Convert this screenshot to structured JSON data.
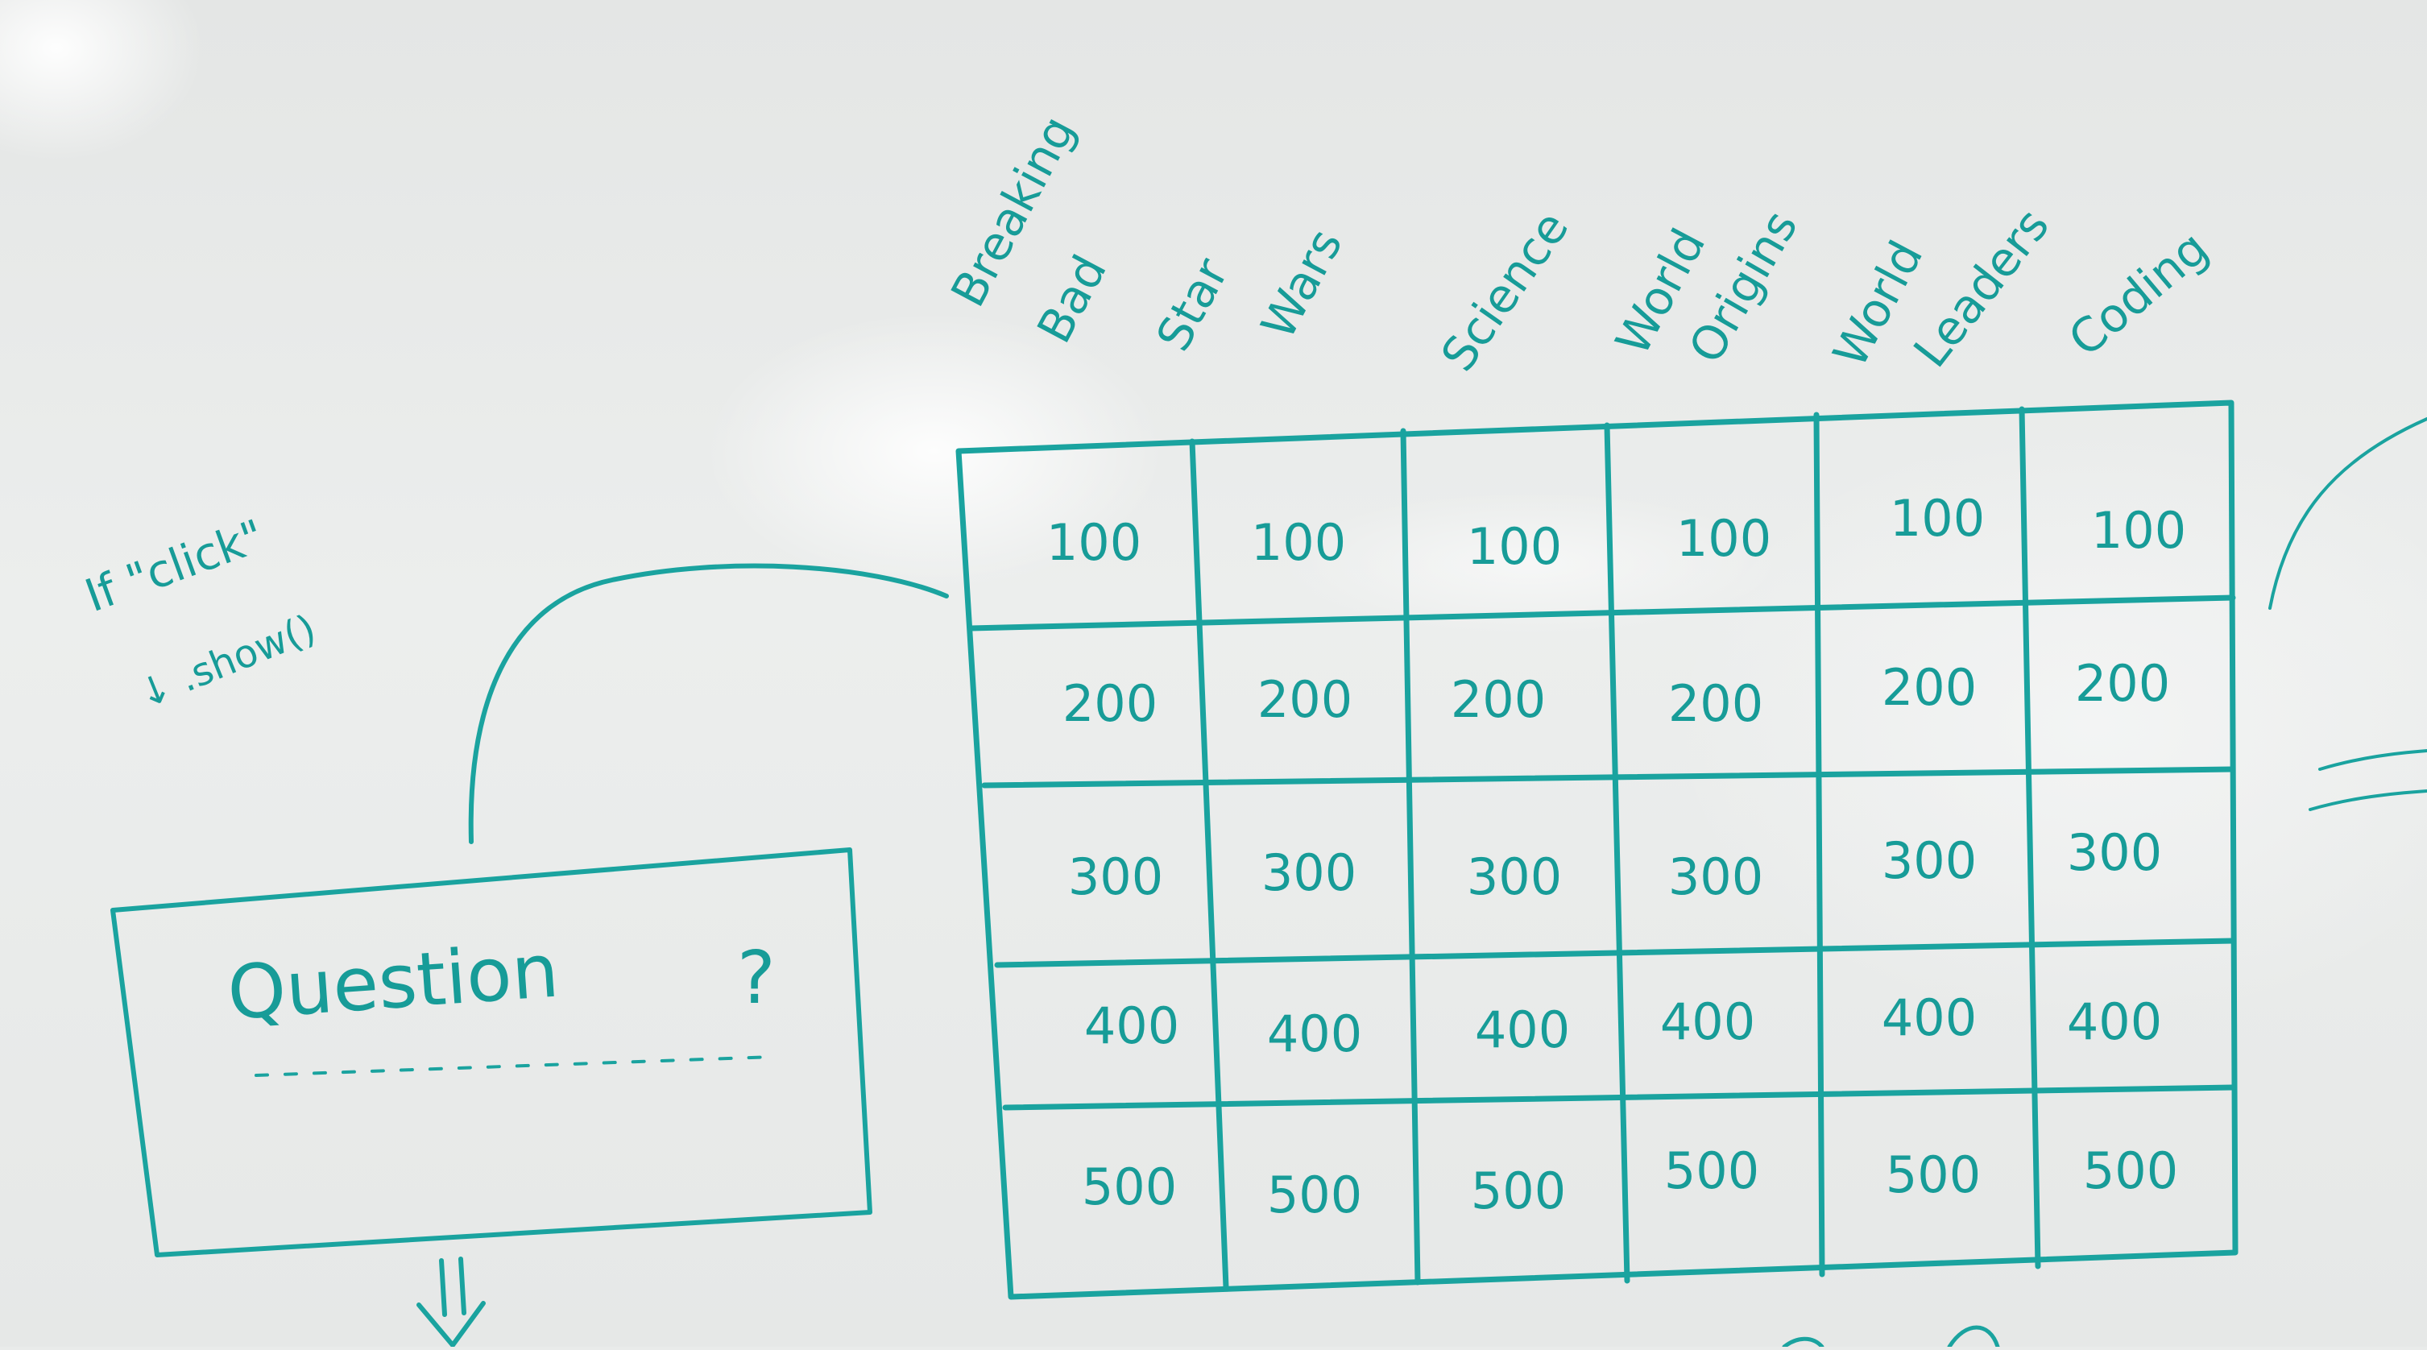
{
  "annotation": {
    "line1": "If \"click\"",
    "line2": "↓ .show()"
  },
  "question_box": {
    "label": "Question",
    "mark": "?"
  },
  "categories": [
    "Breaking",
    "Bad",
    "Star",
    "Wars",
    "Science",
    "World",
    "Origins",
    "World",
    "Leaders",
    "Coding"
  ],
  "board": {
    "columns": [
      {
        "header": [
          "Breaking",
          "Bad"
        ],
        "values": [
          "100",
          "200",
          "300",
          "400",
          "500"
        ]
      },
      {
        "header": [
          "Star",
          "Wars"
        ],
        "values": [
          "100",
          "200",
          "300",
          "400",
          "500"
        ]
      },
      {
        "header": [
          "Science"
        ],
        "values": [
          "100",
          "200",
          "300",
          "400",
          "500"
        ]
      },
      {
        "header": [
          "World",
          "Origins"
        ],
        "values": [
          "100",
          "200",
          "300",
          "400",
          "500"
        ]
      },
      {
        "header": [
          "World",
          "Leaders"
        ],
        "values": [
          "100",
          "200",
          "300",
          "400",
          "500"
        ]
      },
      {
        "header": [
          "Coding"
        ],
        "values": [
          "100",
          "200",
          "300",
          "400",
          "500"
        ]
      }
    ]
  },
  "colors": {
    "ink": "#1aa39f",
    "board": "#e9ebea"
  }
}
